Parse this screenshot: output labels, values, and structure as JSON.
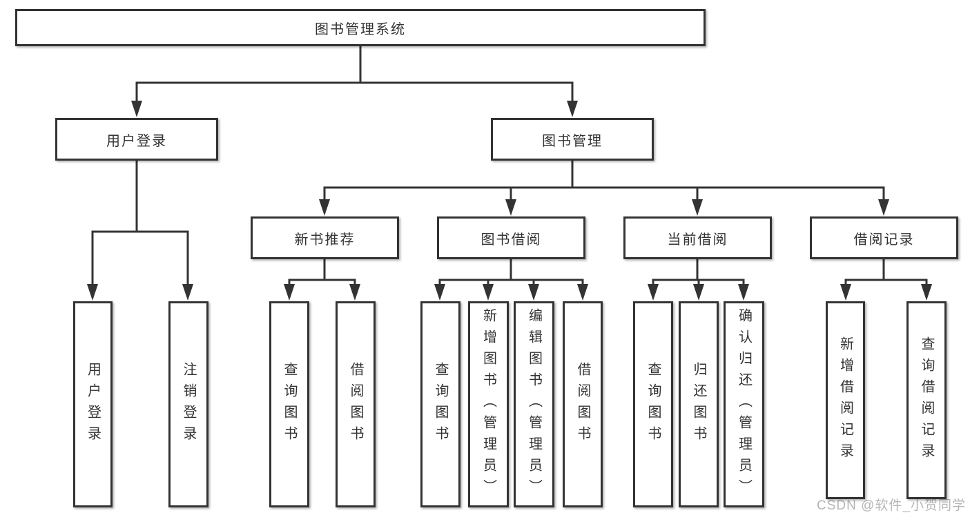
{
  "diagram": {
    "title": "图书管理系统",
    "watermark": "CSDN @软件_小贺同学",
    "colors": {
      "line": "#333333",
      "box_border": "#333333",
      "box_fill": "#ffffff",
      "text": "#333333",
      "watermark": "#b6b6b6"
    },
    "nodes": [
      {
        "id": "root",
        "label": "图书管理系统",
        "level": 1,
        "orientation": "horizontal"
      },
      {
        "id": "user-login",
        "label": "用户登录",
        "level": 2,
        "orientation": "horizontal"
      },
      {
        "id": "book-mgmt",
        "label": "图书管理",
        "level": 2,
        "orientation": "horizontal"
      },
      {
        "id": "new-book",
        "label": "新书推荐",
        "level": 3,
        "orientation": "horizontal"
      },
      {
        "id": "book-borrow",
        "label": "图书借阅",
        "level": 3,
        "orientation": "horizontal"
      },
      {
        "id": "current-borrow",
        "label": "当前借阅",
        "level": 3,
        "orientation": "horizontal"
      },
      {
        "id": "borrow-record",
        "label": "借阅记录",
        "level": 3,
        "orientation": "horizontal"
      },
      {
        "id": "leaf-user-login",
        "label": "用户登录",
        "level": 4,
        "orientation": "vertical"
      },
      {
        "id": "leaf-logout",
        "label": "注销登录",
        "level": 4,
        "orientation": "vertical"
      },
      {
        "id": "leaf-query-book-1",
        "label": "查询图书",
        "level": 4,
        "orientation": "vertical"
      },
      {
        "id": "leaf-borrow-book-1",
        "label": "借阅图书",
        "level": 4,
        "orientation": "vertical"
      },
      {
        "id": "leaf-query-book-2",
        "label": "查询图书",
        "level": 4,
        "orientation": "vertical"
      },
      {
        "id": "leaf-add-book",
        "label": "新增图书（管理员）",
        "level": 4,
        "orientation": "vertical"
      },
      {
        "id": "leaf-edit-book",
        "label": "编辑图书（管理员）",
        "level": 4,
        "orientation": "vertical"
      },
      {
        "id": "leaf-borrow-book-2",
        "label": "借阅图书",
        "level": 4,
        "orientation": "vertical"
      },
      {
        "id": "leaf-query-book-3",
        "label": "查询图书",
        "level": 4,
        "orientation": "vertical"
      },
      {
        "id": "leaf-return-book",
        "label": "归还图书",
        "level": 4,
        "orientation": "vertical"
      },
      {
        "id": "leaf-confirm-return",
        "label": "确认归还（管理员）",
        "level": 4,
        "orientation": "vertical"
      },
      {
        "id": "leaf-add-record",
        "label": "新增借阅记录",
        "level": 4,
        "orientation": "vertical"
      },
      {
        "id": "leaf-query-record",
        "label": "查询借阅记录",
        "level": 4,
        "orientation": "vertical"
      }
    ],
    "edges": [
      {
        "from": "root",
        "to": [
          "user-login",
          "book-mgmt"
        ]
      },
      {
        "from": "user-login",
        "to": [
          "leaf-user-login",
          "leaf-logout"
        ]
      },
      {
        "from": "book-mgmt",
        "to": [
          "new-book",
          "book-borrow",
          "current-borrow",
          "borrow-record"
        ]
      },
      {
        "from": "new-book",
        "to": [
          "leaf-query-book-1",
          "leaf-borrow-book-1"
        ]
      },
      {
        "from": "book-borrow",
        "to": [
          "leaf-query-book-2",
          "leaf-add-book",
          "leaf-edit-book",
          "leaf-borrow-book-2"
        ]
      },
      {
        "from": "current-borrow",
        "to": [
          "leaf-query-book-3",
          "leaf-return-book",
          "leaf-confirm-return"
        ]
      },
      {
        "from": "borrow-record",
        "to": [
          "leaf-add-record",
          "leaf-query-record"
        ]
      }
    ]
  }
}
